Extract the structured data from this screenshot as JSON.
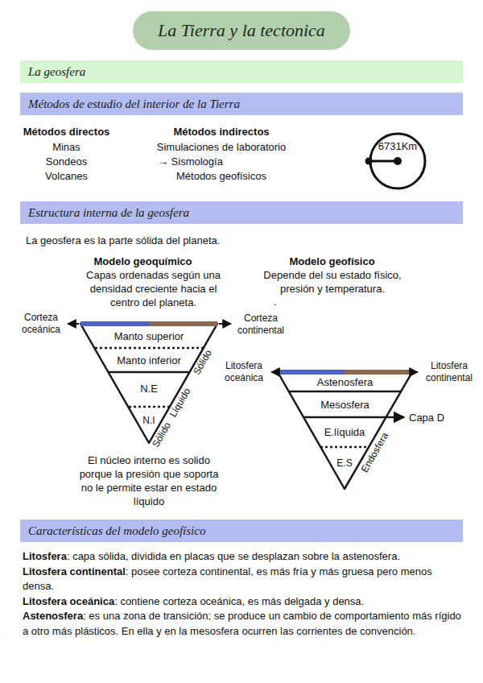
{
  "diagram": {
    "title": "La Tierra y la tectonica",
    "nodes": [
      {
        "text": [
          "La geosfera"
        ]
      },
      {
        "text": [
          "Métodos de estudio del interior de la Tierra"
        ]
      },
      {
        "text": [
          "Estructura interna de la geosfera"
        ]
      },
      {
        "text": [
          "Características del modelo geofísico"
        ]
      },
      {
        "text": [
          "6731Km"
        ]
      }
    ],
    "labels": [
      "Métodos directos",
      "Minas",
      "Sondeos",
      "Volcanes",
      "Métodos indirectos",
      "Simulaciones de laboratorio",
      "→ Sismología",
      "Métodos geofísicos",
      "La geosfera es la parte sólida del planeta.",
      "Modelo geoquímico",
      "Capas ordenadas según una densidad creciente hacia el centro del planeta.",
      "Modelo geofísico",
      "Depende del su estado físico, presión y temperatura.",
      ".",
      "Corteza oceánica",
      "Corteza continental",
      "Manto superior",
      "Manto inferior",
      "N.E",
      "N.I",
      "Sólido",
      "Líquido",
      "Sólido",
      "El núcleo interno es solido porque la presión que soporta no le permite estar en estado líquido",
      "Litosfera oceánica",
      "Litosfera continental",
      "Astenosfera",
      "Mesosfera",
      "Capa D",
      "E.líquida",
      "E.S",
      "Endosfera",
      "Litosfera",
      ": capa sólida, dividida en placas que se desplazan sobre la astenosfera.",
      "Litosfera continental",
      ": posee corteza continental, es más fría y más gruesa pero menos densa.",
      "Litosfera oceánica",
      ": contiene corteza oceánica, es más delgada y densa.",
      "Astenosfera",
      ": es una zona de transición; se produce un cambio de comportamiento más rígido a otro más plásticos. En ella y en la mesosfera ocurren las corrientes de convención."
    ]
  }
}
